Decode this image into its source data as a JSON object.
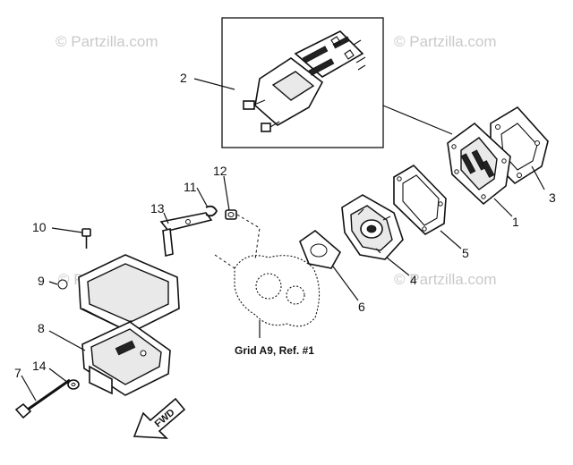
{
  "watermark": "© Partzilla.com",
  "reference_note": "Grid A9, Ref. #1",
  "fwd_label": "FWD",
  "callouts": [
    "1",
    "2",
    "3",
    "4",
    "5",
    "6",
    "7",
    "8",
    "9",
    "10",
    "11",
    "12",
    "13",
    "14"
  ]
}
